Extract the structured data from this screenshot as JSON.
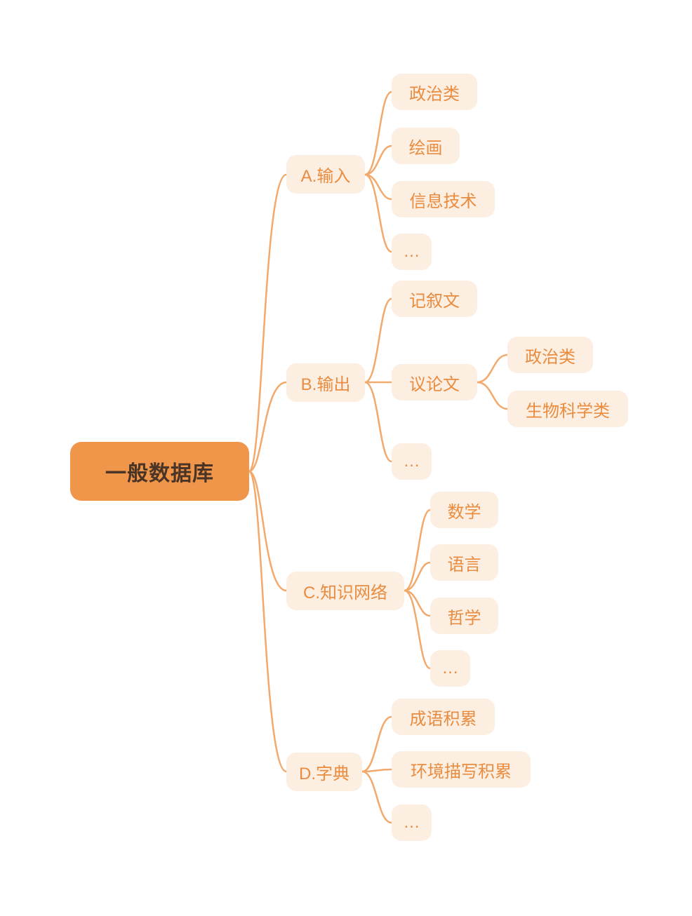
{
  "root": {
    "label": "一般数据库"
  },
  "branches": [
    {
      "label": "A.输入",
      "children": [
        {
          "label": "政治类"
        },
        {
          "label": "绘画"
        },
        {
          "label": "信息技术"
        },
        {
          "label": "…"
        }
      ]
    },
    {
      "label": "B.输出",
      "children": [
        {
          "label": "记叙文"
        },
        {
          "label": "议论文",
          "children": [
            {
              "label": "政治类"
            },
            {
              "label": "生物科学类"
            }
          ]
        },
        {
          "label": "…"
        }
      ]
    },
    {
      "label": "C.知识网络",
      "children": [
        {
          "label": "数学"
        },
        {
          "label": "语言"
        },
        {
          "label": "哲学"
        },
        {
          "label": "…"
        }
      ]
    },
    {
      "label": "D.字典",
      "children": [
        {
          "label": "成语积累"
        },
        {
          "label": "环境描写积累"
        },
        {
          "label": "…"
        }
      ]
    }
  ],
  "colors": {
    "root_bg": "#F0964B",
    "root_text": "#4A3425",
    "node_bg": "#FCEEE1",
    "node_text": "#E98C3F",
    "line": "#F2A96B"
  }
}
